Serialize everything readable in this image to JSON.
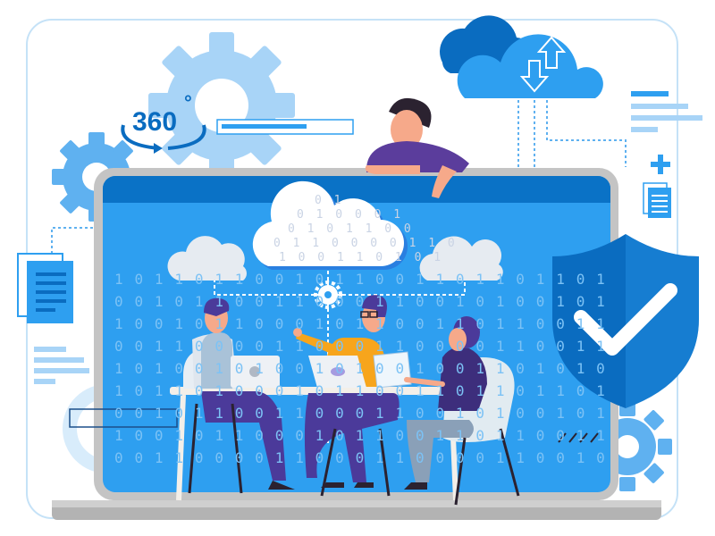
{
  "badge_360": {
    "label": "360",
    "degree": "°"
  },
  "binary_rows": [
    "1 0 1 1 0 1 1 0 0 1 0 1 1 0 0 1 1 0 1 1 0 1 1 0 1",
    "0 0 1 0 1 1 0 0 1 1 0 0 0 1 1 0 0 1 0 1 0 0 1 0 1",
    "1 0 0 1 0 1 1 0 0 0 1 0 1 1 0 0 1 1 0 1 1 0 0 1 1",
    "0 0 1 1 0 0 0 0 1 1 0 0 0 1 1 0 0 0 0 1 1 0 0 1 1",
    "1 0 1 0 0 1 0 1 0 0 1 0 1 0 0 1 0 0 1 1 0 1 0 1 0",
    "1 0 1 1 0 1 0 0 0 1 0 1 1 0 0 1 1 0 1 1 0 1 1 0 1",
    "0 0 1 0 1 1 0 0 1 1 0 0 0 1 1 0 0 1 0 1 0 0 1 0 1",
    "1 0 0 1 0 1 1 0 0 0 1 0 1 1 0 0 1 1 0 1 1 0 0 1 1",
    "0 0 1 1 0 0 0 0 1 1 0 0 0 1 1 0 0 0 0 1 1 0 0 1 0"
  ],
  "cloud_binary_rows": [
    "0 1",
    "0 1 0 0 0 1",
    "0 1 0 1 1 0 0",
    "0 1 1 0 0 0 0 1 1 0",
    "1 0 0 1 1 0 1 0 1"
  ],
  "colors": {
    "screen": "#2e9ff0",
    "screen_bar": "#0a72c6",
    "accent_dark": "#0a6cc0",
    "light_gear": "#a8d4f7",
    "shirt_purple": "#5b3d9c",
    "shirt_yellow": "#f7a51c"
  },
  "icons": [
    "gear-icon",
    "cloud-upload-download-icon",
    "shield-check-icon",
    "document-icon",
    "plus-icon",
    "laptop-icon",
    "cloud-icon"
  ]
}
